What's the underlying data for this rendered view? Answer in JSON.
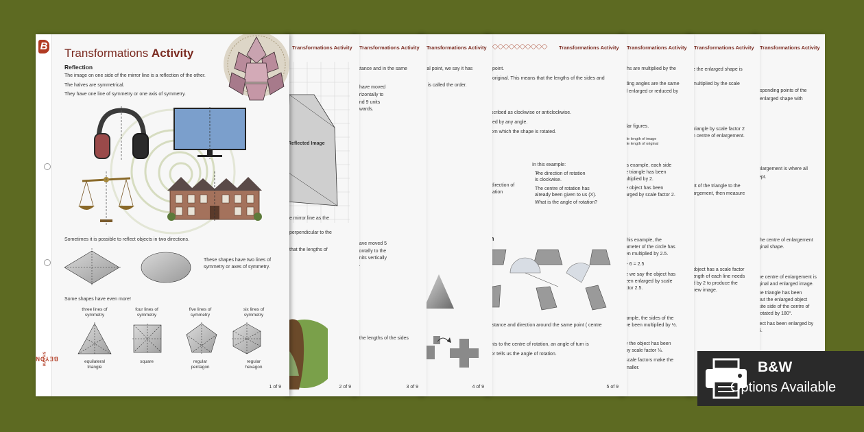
{
  "page1": {
    "title_main": "Transformations",
    "title_accent": "Activity",
    "section": "Reflection",
    "lines": [
      "The image on one side of the mirror line is a reflection of the other.",
      "The halves are symmetrical.",
      "They have one line of symmetry or one axis of symmetry."
    ],
    "two_directions": "Sometimes it is possible to reflect objects in two directions.",
    "two_axes_note": [
      "These shapes have two lines of",
      "symmetry or axes of symmetry."
    ],
    "even_more": "Some shapes have even more!",
    "shapes": [
      {
        "lines": "three lines of\nsymmetry",
        "name": "equilateral\ntriangle"
      },
      {
        "lines": "four lines of\nsymmetry",
        "name": "square"
      },
      {
        "lines": "five lines of\nsymmetry",
        "name": "regular\npentagon"
      },
      {
        "lines": "six lines of\nsymmetry",
        "name": "regular\nhexagon"
      }
    ],
    "page_no": "1 of 9",
    "brand": "BEYOND",
    "brand_small": "MATHS"
  },
  "header": "Transformations Activity",
  "page2": {
    "reflected": "Reflected Image",
    "t1": "e mirror line as the",
    "t2": "perpendicular to the",
    "t3": "that the lengths of",
    "page_no": "2 of 9"
  },
  "page3": {
    "t1": "istance and in the same",
    "t2": "have  moved",
    "t3": "orizontally to",
    "t4": "and   9   units",
    "t5": "pwards.",
    "t6": "have moved 5",
    "t7": "zontally to the",
    "t8": "units vertically",
    "t9": "s.",
    "t10": "t the lengths of the sides",
    "page_no": "3 of 9"
  },
  "page4": {
    "t1": "ral point, we say it has",
    "t2": ", is called the order.",
    "page_no": "4 of 9"
  },
  "page5": {
    "t1": "point.",
    "t2": "original. This means that the lengths of the sides and",
    "t3": "scribed as clockwise or anticlockwise.",
    "t4": "ted by any angle.",
    "t5": "om which the shape is rotated.",
    "t6": "direction of",
    "t7": "tation",
    "example_title": "In this example:",
    "bullets": [
      "The direction of rotation\nis clockwise.",
      "The centre of rotation has\nalready been given to us (X).",
      "What is the angle of rotation?"
    ],
    "t8": "h",
    "t9": "istance and direction around the same point ( centre",
    "t10": "nts to the centre of rotation, an angle of turn is",
    "t11": "or tells us the angle of rotation.",
    "page_no": "5 of 9"
  },
  "page6": {
    "t1": "ths are multiplied by the",
    "t2": "ding angles are the same",
    "t3": "ll enlarged or reduced by",
    "t4": "ilar figures.",
    "t5": "de length of image",
    "t6": "de length of original",
    "t7": "is example, each side",
    "t8": "e triangle has been",
    "t9": "ultiplied by 2.",
    "t10": "e object has been",
    "t11": "arged by scale factor 2.",
    "t12": "this example, the",
    "t13": "ameter of the circle has",
    "t14": "en multiplied by 2.5.",
    "t15": "÷ 6 = 2.5",
    "t16": "e we say the object has",
    "t17": "een enlarged by scale",
    "t18": "ctor 2.5.",
    "t19": "ample, the sides of the",
    "t20": "ve been multiplied by ½.",
    "t21": "y the object has been",
    "t22": "by scale factor ⅓.",
    "t23": "scale factors make the",
    "t24": "maller."
  },
  "page7": {
    "t1": "e the enlarged shape is",
    "t2": "multiplied by the scale",
    "t3": "triangle by scale factor 2",
    "t4": "n centre of enlargement.",
    "t5": "nt of the triangle to the",
    "t6": "argement, then measure",
    "t7": "object has a scale factor",
    "t8": "ength of each line needs",
    "t9": "d by 2 to produce the",
    "t10": "new image."
  },
  "page8": {
    "t1": "sponding points of the",
    "t2": "enlarged   shape   with",
    "t3": "nlargement is where all",
    "t4": "ept.",
    "t5": "the centre of enlargement",
    "t6": "ginal shape.",
    "t7": "he centre of enlargement is",
    "t8": "ginal and enlarged image.",
    "t9": "he triangle has been",
    "t10": "but the enlarged object",
    "t11": "site side of the centre of",
    "t12": "rotated by 180°.",
    "t13": "ject has been enlarged by",
    "t14": "5."
  },
  "badge": {
    "title": "B&W",
    "subtitle": "Options Available"
  },
  "colors": {
    "background": "#5d6a22",
    "accent": "#7a2a20",
    "brand": "#b13a22",
    "badge": "#2a2a2a"
  }
}
